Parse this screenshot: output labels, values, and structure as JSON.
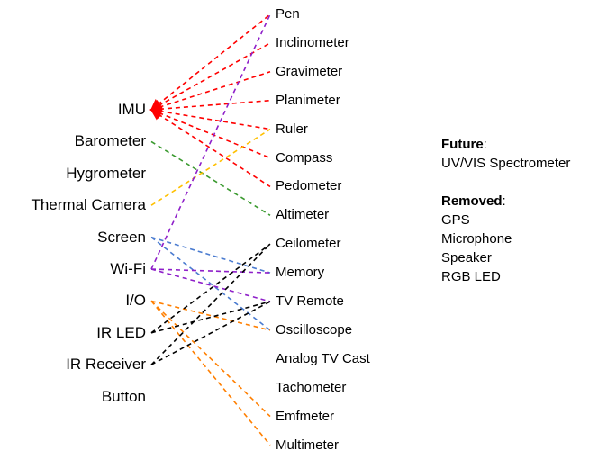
{
  "sources": [
    "IMU",
    "Barometer",
    "Hygrometer",
    "Thermal Camera",
    "Screen",
    "Wi-Fi",
    "I/O",
    "IR LED",
    "IR Receiver",
    "Button"
  ],
  "targets": [
    "Pen",
    "Inclinometer",
    "Gravimeter",
    "Planimeter",
    "Ruler",
    "Compass",
    "Pedometer",
    "Altimeter",
    "Ceilometer",
    "Memory",
    "TV Remote",
    "Oscilloscope",
    "Analog TV Cast",
    "Tachometer",
    "Emfmeter",
    "Multimeter"
  ],
  "connections": [
    {
      "source": "IMU",
      "targets": [
        "Pen",
        "Inclinometer",
        "Gravimeter",
        "Planimeter",
        "Ruler",
        "Compass",
        "Pedometer"
      ],
      "color": "#ff0000",
      "arrow_at_source": true
    },
    {
      "source": "Barometer",
      "targets": [
        "Altimeter"
      ],
      "color": "#3a9a2f"
    },
    {
      "source": "Thermal Camera",
      "targets": [
        "Ruler"
      ],
      "color": "#ffc000"
    },
    {
      "source": "Screen",
      "targets": [
        "Memory",
        "Oscilloscope"
      ],
      "color": "#4a7bd0"
    },
    {
      "source": "Wi-Fi",
      "targets": [
        "Pen",
        "Memory",
        "TV Remote"
      ],
      "color": "#8e1fc9"
    },
    {
      "source": "I/O",
      "targets": [
        "Oscilloscope",
        "Emfmeter",
        "Multimeter"
      ],
      "color": "#ff7f00"
    },
    {
      "source": "IR LED",
      "targets": [
        "Ceilometer",
        "TV Remote"
      ],
      "color": "#000000"
    },
    {
      "source": "IR Receiver",
      "targets": [
        "Ceilometer",
        "TV Remote"
      ],
      "color": "#000000"
    }
  ],
  "future": {
    "title": "Future",
    "items": [
      "UV/VIS Spectrometer"
    ]
  },
  "removed": {
    "title": "Removed",
    "items": [
      "GPS",
      "Microphone",
      "Speaker",
      "RGB LED"
    ]
  }
}
